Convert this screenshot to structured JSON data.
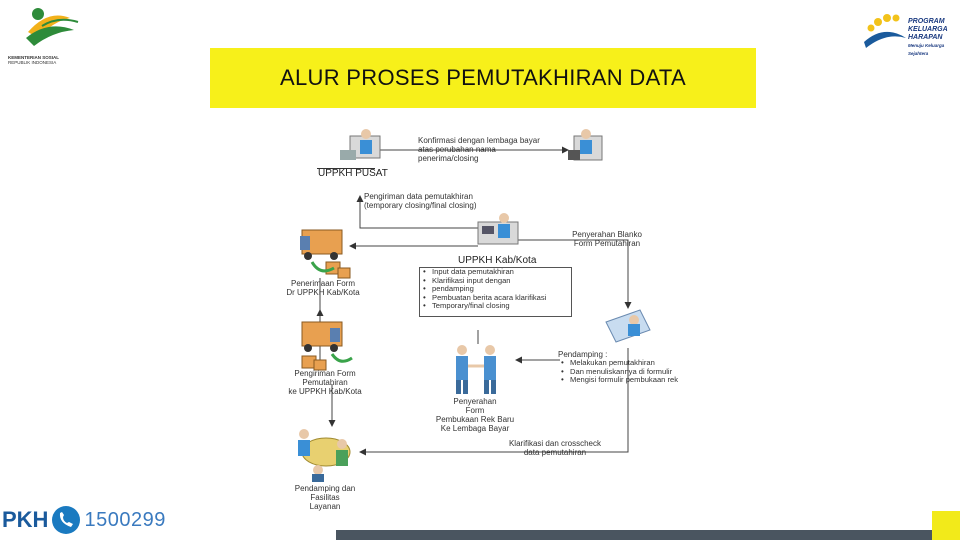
{
  "title": "ALUR PROSES PEMUTAKHIRAN DATA",
  "logos": {
    "kemensos_caption_1": "KEMENTERIAN SOSIAL",
    "kemensos_caption_2": "REPUBLIK INDONESIA",
    "pkh_line1": "PROGRAM",
    "pkh_line2": "KELUARGA",
    "pkh_line3": "HARAPAN",
    "pkh_tagline": "Menuju Keluarga Sejahtera"
  },
  "hotline": {
    "brand": "PKH",
    "number": "1500299"
  },
  "diagram": {
    "uppkh_pusat": "UPPKH PUSAT",
    "uppkh_kab": "UPPKH Kab/Kota",
    "top_note_1": "Konfirmasi dengan lembaga bayar",
    "top_note_2": "atas perubahan nama penerima/closing",
    "pengiriman_data_1": "Pengiriman data pemutakhiran",
    "pengiriman_data_2": "(temporary closing/final closing)",
    "penyerahan_blanko_1": "Penyerahan Blanko",
    "penyerahan_blanko_2": "Form Pemutahiran",
    "penerimaan_form_1": "Penerimaan Form",
    "penerimaan_form_2": "Dr UPPKH Kab/Kota",
    "kab_tasks": [
      "Input data pemutakhiran",
      "Klarifikasi input dengan",
      "pendamping",
      "Pembuatan berita acara klarifikasi",
      "Temporary/final closing"
    ],
    "pendamping_title": "Pendamping :",
    "pendamping_tasks": [
      "Melakukan pemutakhiran",
      "Dan menuliskannya di formulir",
      "Mengisi formulir pembukaan rek"
    ],
    "pengiriman_form_1": "Pengiriman Form",
    "pengiriman_form_2": "Pemutahiran",
    "pengiriman_form_3": "ke UPPKH Kab/Kota",
    "penyerahan_rek_1": "Penyerahan",
    "penyerahan_rek_2": "Form",
    "penyerahan_rek_3": "Pembukaan Rek Baru",
    "penyerahan_rek_4": "Ke Lembaga Bayar",
    "klarifikasi_1": "Klarifikasi dan crosscheck",
    "klarifikasi_2": "data pemutahiran",
    "pendamping_fasilitas_1": "Pendamping dan",
    "pendamping_fasilitas_2": "Fasilitas",
    "pendamping_fasilitas_3": "Layanan"
  },
  "colors": {
    "title_bg": "#f7f01a",
    "accent_blue": "#1a5a9c",
    "bar": "#4a5560"
  }
}
